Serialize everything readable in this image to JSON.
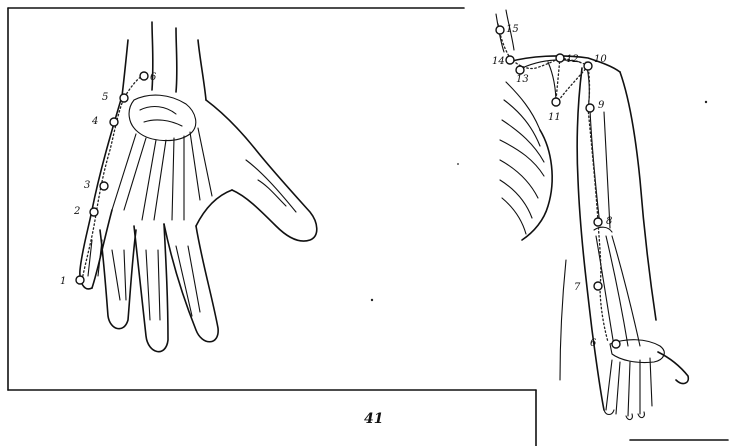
{
  "page_number": "41",
  "hand_points": [
    {
      "label": "1"
    },
    {
      "label": "2"
    },
    {
      "label": "3"
    },
    {
      "label": "4"
    },
    {
      "label": "5"
    },
    {
      "label": "6"
    }
  ],
  "arm_points": [
    {
      "label": "6"
    },
    {
      "label": "7"
    },
    {
      "label": "8"
    },
    {
      "label": "9"
    },
    {
      "label": "10"
    },
    {
      "label": "11"
    },
    {
      "label": "12"
    },
    {
      "label": "13"
    },
    {
      "label": "14"
    },
    {
      "label": "15"
    }
  ]
}
